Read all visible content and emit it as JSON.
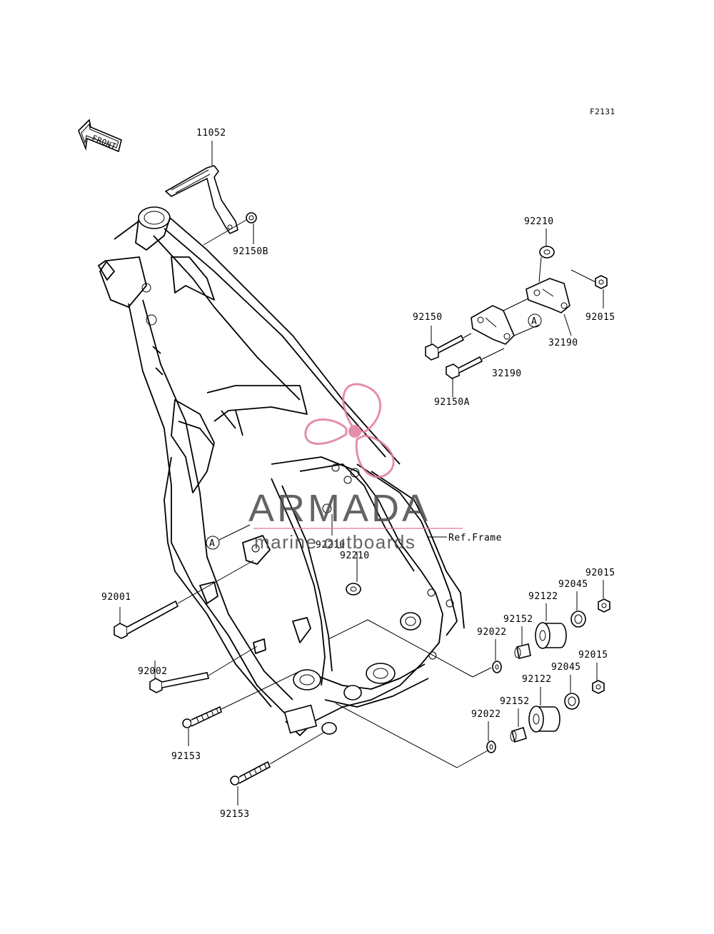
{
  "diagram_code": "F2131",
  "front_label": "FRONT",
  "ref_frame_label": "Ref.Frame",
  "watermark": {
    "brand": "ARMADA",
    "tagline": "marine outboards",
    "logo_color": "#e07ba0"
  },
  "callout_letter": "A",
  "parts": {
    "p11052": "11052",
    "p92150B": "92150B",
    "p92210_top": "92210",
    "p92015_top": "92015",
    "p92150": "92150",
    "p32190_a": "32190",
    "p32190_b": "32190",
    "p92150A": "92150A",
    "p92210_mid_a": "92210",
    "p92210_mid_b": "92210",
    "p92001": "92001",
    "p92002": "92002",
    "p92153_a": "92153",
    "p92153_b": "92153",
    "p92015_r1": "92015",
    "p92045_r1": "92045",
    "p92122_r1": "92122",
    "p92152_r1": "92152",
    "p92022_r1": "92022",
    "p92015_r2": "92015",
    "p92045_r2": "92045",
    "p92122_r2": "92122",
    "p92152_r2": "92152",
    "p92022_r2": "92022"
  }
}
